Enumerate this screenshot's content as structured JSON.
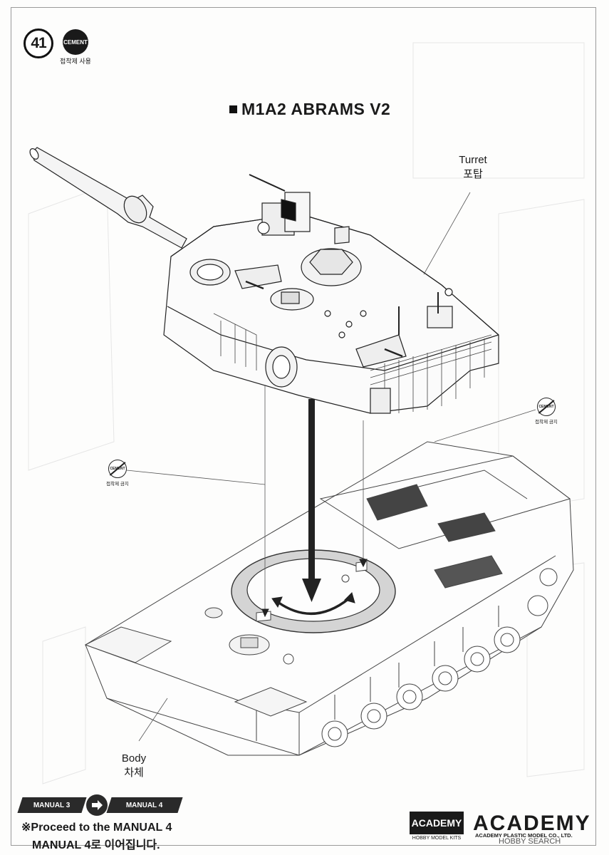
{
  "step": {
    "number": "41"
  },
  "cement": {
    "label": "CEMENT",
    "caption": "접착제 사용"
  },
  "title": "M1A2 ABRAMS V2",
  "turret": {
    "en": "Turret",
    "ko": "포탑"
  },
  "body": {
    "en": "Body",
    "ko": "차체"
  },
  "no_cement": {
    "label": "CEMENT",
    "caption": "접착제 금지"
  },
  "manual": {
    "from": "MANUAL 3",
    "to": "MANUAL 4",
    "proceed_en": "※Proceed to the MANUAL 4",
    "proceed_ko": "MANUAL 4로 이어집니다."
  },
  "logo": {
    "box_top": "ACADEMY",
    "box_bottom": "HOBBY MODEL KITS",
    "brand": "ACADEMY",
    "brand_sub": "ACADEMY PLASTIC MODEL CO., LTD."
  },
  "watermark": "HOBBY SEARCH"
}
